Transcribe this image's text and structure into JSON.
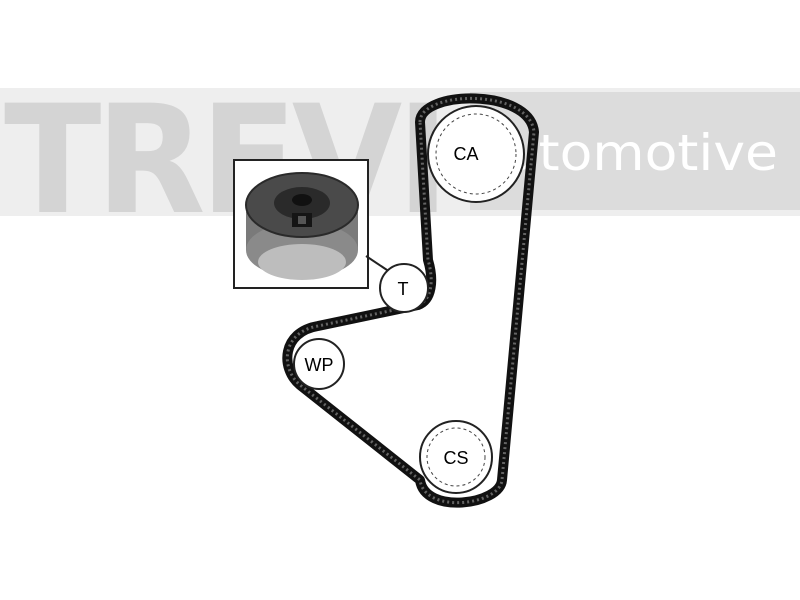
{
  "watermark": {
    "brand": "TREVI",
    "tagline": "Automotive",
    "color": "#d6d6d6"
  },
  "diagram": {
    "pulleys": {
      "camshaft": "CA",
      "tensioner": "T",
      "water_pump": "WP",
      "crankshaft": "CS"
    },
    "inset_image": "tensioner-pulley-photo",
    "belt_color": "#111111"
  }
}
